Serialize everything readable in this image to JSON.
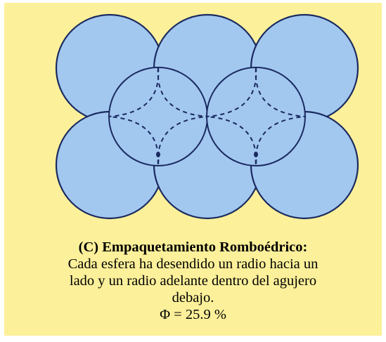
{
  "figure": {
    "title": "(C) Empaquetamiento Romboédrico:",
    "description_lines": [
      "Cada esfera ha desendido un radio hacia un",
      "lado y un radio adelante dentro del agujero",
      "debajo."
    ],
    "porosity": "Φ = 25.9 %"
  },
  "colors": {
    "background": "#fcf09a",
    "sphere_fill": "#a3c8f0",
    "outline": "#1a2a60",
    "text": "#000000"
  }
}
